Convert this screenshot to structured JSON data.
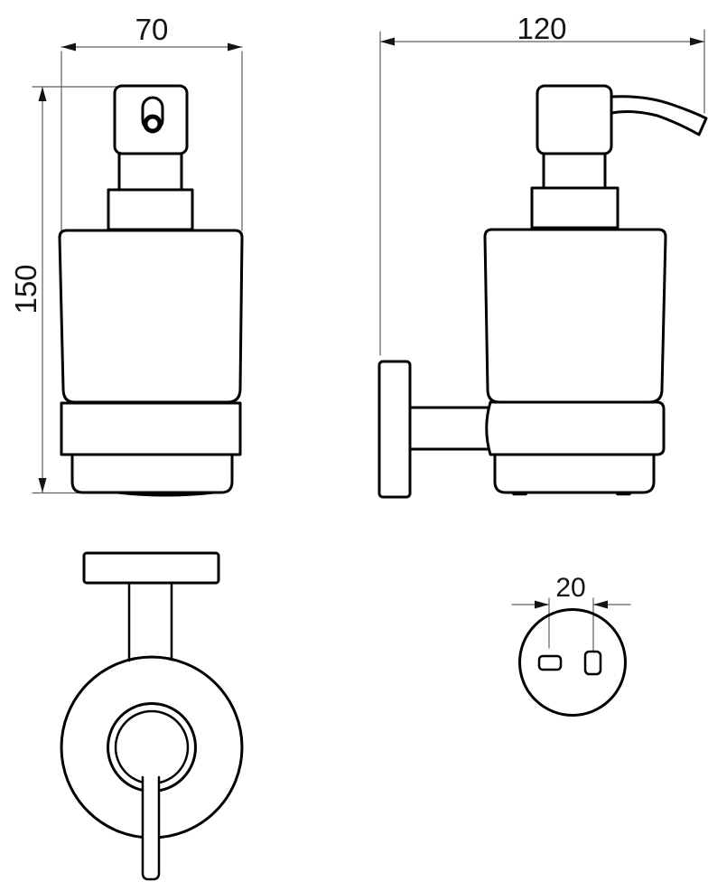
{
  "drawing": {
    "colors": {
      "background": "#ffffff",
      "object_line": "#000000",
      "dim_line": "#5f5f5f",
      "dim_text": "#141414"
    },
    "dims": {
      "front_width": "70",
      "front_height": "150",
      "side_width": "120",
      "hole_spacing": "20"
    }
  }
}
